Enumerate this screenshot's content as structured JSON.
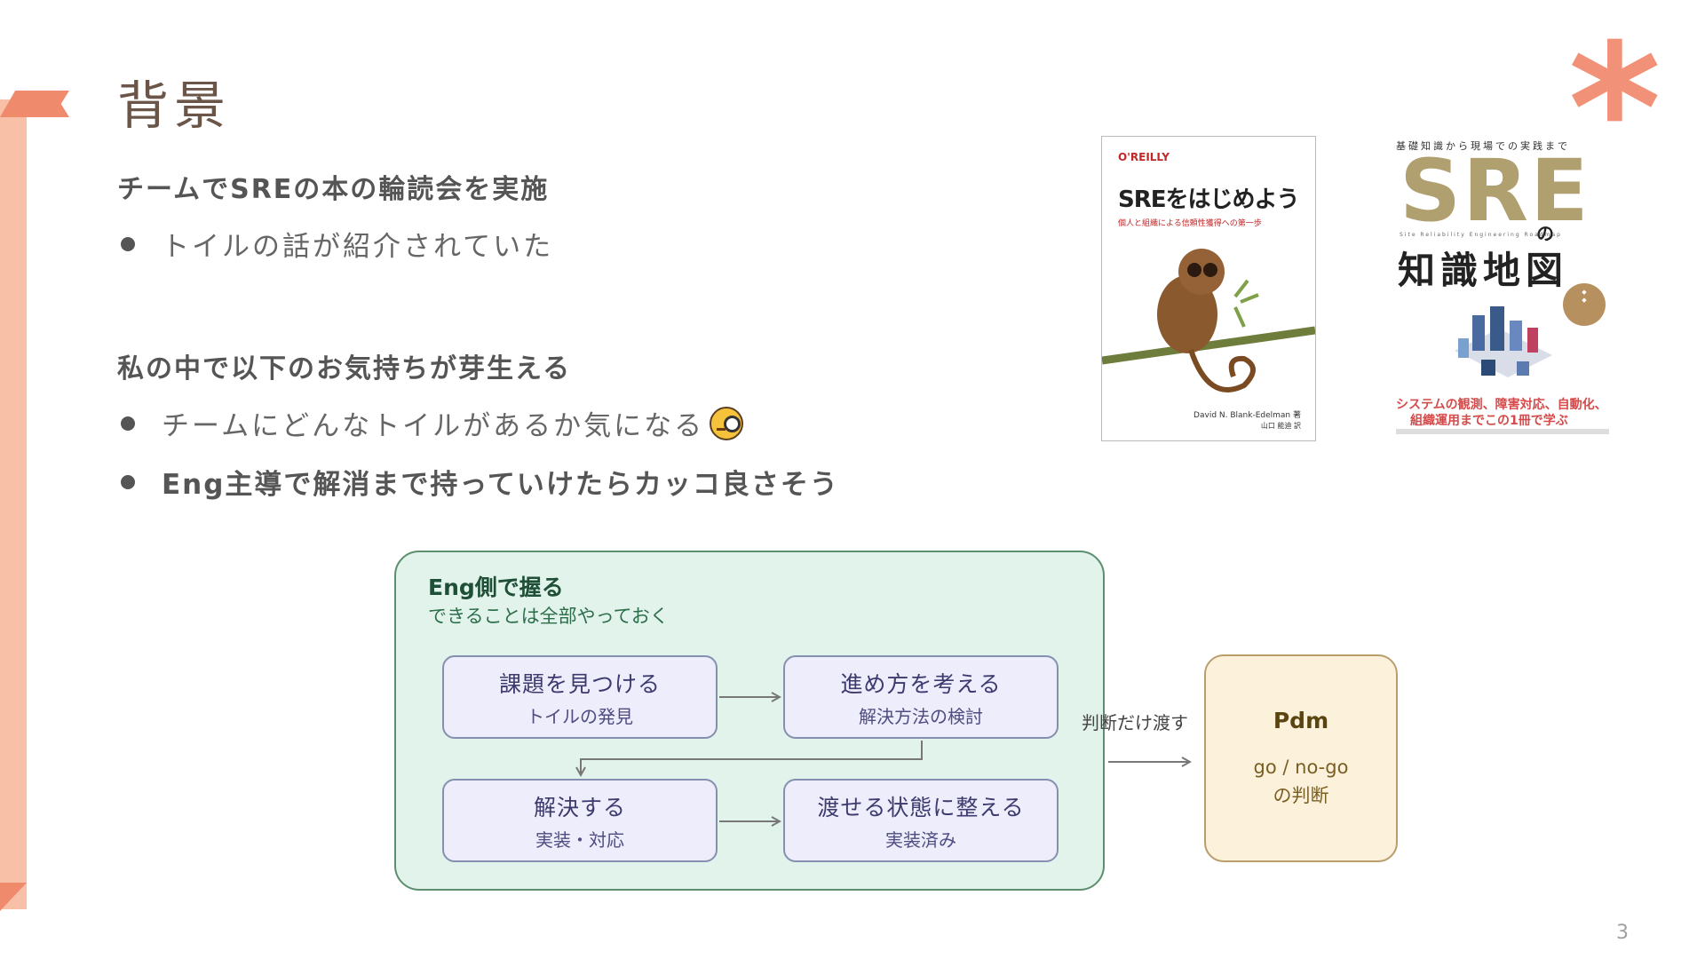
{
  "slide": {
    "title": "背景",
    "page_number": "3"
  },
  "section1": {
    "heading": "チームでSREの本の輪読会を実施",
    "bullets": [
      "トイルの話が紹介されていた"
    ]
  },
  "section2": {
    "heading": "私の中で以下のお気持ちが芽生える",
    "bullets": [
      "チームにどんなトイルがあるか気になる",
      "Eng主導で解消まで持っていけたらカッコ良さそう"
    ]
  },
  "book1": {
    "publisher": "O'REILLY",
    "title": "SREをはじめよう",
    "subtitle": "個人と組織による信頼性獲得への第一歩",
    "author": "David N. Blank-Edelman 著",
    "translator": "山口 能迪 訳"
  },
  "book2": {
    "tagline": "基礎知識から現場での実践まで",
    "title_sre": "SRE",
    "title_no": "の",
    "roadmap": "Site Reliability Engineering Roadmap",
    "title_chizu": "知識地図",
    "catch1": "システムの観測、障害対応、自動化、",
    "catch2": "組織運用までこの1冊で学ぶ"
  },
  "diagram": {
    "eng_group": {
      "title": "Eng側で握る",
      "subtitle": "できることは全部やっておく"
    },
    "steps": [
      {
        "label": "課題を見つける",
        "sub": "トイルの発見"
      },
      {
        "label": "進め方を考える",
        "sub": "解決方法の検討"
      },
      {
        "label": "解決する",
        "sub": "実装・対応"
      },
      {
        "label": "渡せる状態に整える",
        "sub": "実装済み"
      }
    ],
    "handoff_label": "判断だけ渡す",
    "pdm": {
      "title": "Pdm",
      "line1": "go / no-go",
      "line2": "の判断"
    }
  },
  "colors": {
    "accent_orange": "#f08a6c",
    "bracket_light": "#f9c0a8",
    "eng_group_bg": "#e2f3ec",
    "step_bg": "#eeedfb",
    "pdm_bg": "#fcf2dc"
  }
}
